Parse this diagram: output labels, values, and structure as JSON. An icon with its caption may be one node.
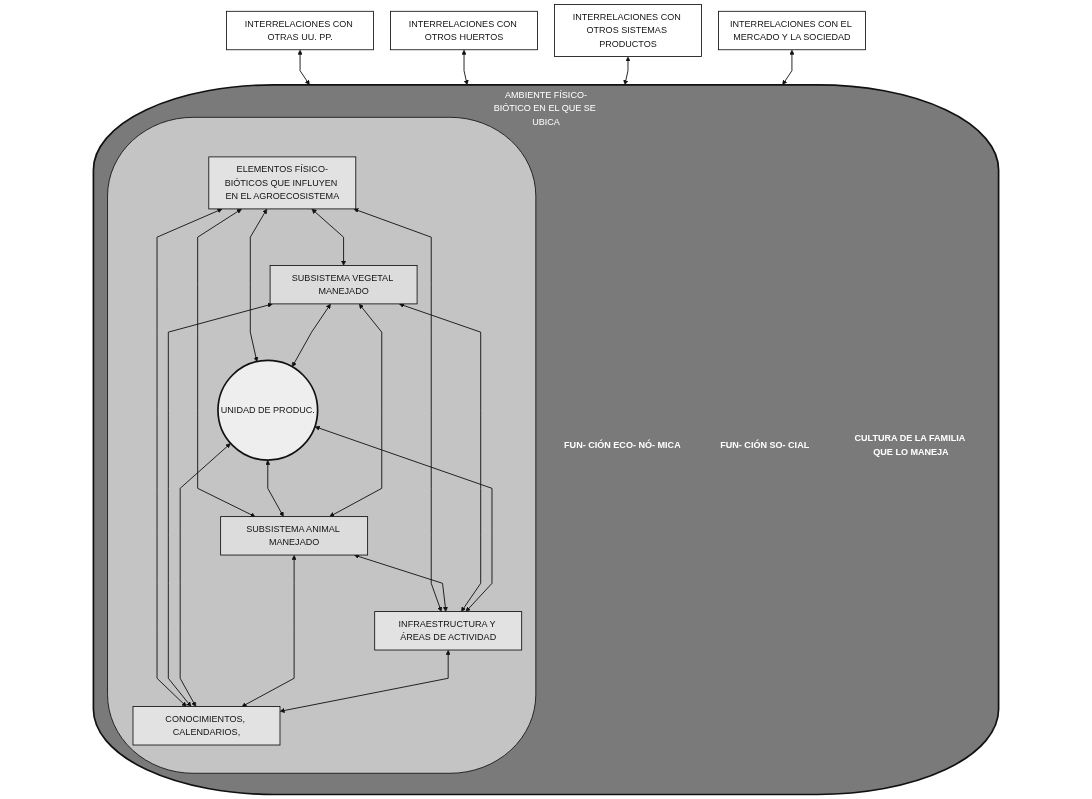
{
  "diagram": {
    "nodes": [
      {
        "text": [
          "AMBIENTE FÍSICO-BIÓTICO EN EL QUE SE UBICA",
          "FUN- CIÓN ECO- NÓ- MICA",
          "FUN- CIÓN SO- CIAL",
          "CULTURA DE LA FAMILIA QUE LO MANEJA"
        ]
      },
      {
        "text": [],
        "shape": "ellipse",
        "in": 0
      },
      {
        "text": [
          "ELEMENTOS FÍSICO-BIÓTICOS QUE INFLUYEN EN EL AGROECOSISTEMA"
        ],
        "in": 1
      },
      {
        "text": [
          "SUBSISTEMA VEGETAL MANEJADO"
        ],
        "in": 1
      },
      {
        "text": [
          "UNIDAD DE PRODUC."
        ],
        "in": 1
      },
      {
        "text": [
          "SUBSISTEMA ANIMAL MANEJADO"
        ],
        "in": 1
      },
      {
        "text": [
          "INFRAESTRUCTURA Y ÁREAS DE ACTIVIDAD"
        ],
        "in": 1
      },
      {
        "text": [
          "CONOCIMIENTOS, CALENDARIOS,"
        ],
        "in": 1
      },
      {
        "text": [
          "INTERRELACIONES CON OTRAS UU. PP."
        ]
      },
      {
        "text": [
          "INTERRELACIONES CON OTROS HUERTOS"
        ]
      },
      {
        "text": [
          "INTERRELACIONES CON OTROS SISTEMAS PRODUCTOS"
        ]
      },
      {
        "text": [
          "INTERRELACIONES CON EL MERCADO Y LA SOCIEDAD"
        ]
      }
    ],
    "edges": [
      {
        "from": 8,
        "to": 0,
        "arrow": "both"
      },
      {
        "from": 9,
        "to": 0,
        "arrow": "both"
      },
      {
        "from": 2,
        "to": 3,
        "arrow": "both"
      },
      {
        "from": 2,
        "to": 4,
        "arrow": "both"
      },
      {
        "from": 2,
        "to": 5,
        "arrow": "both"
      },
      {
        "from": 2,
        "to": 6,
        "arrow": "both"
      },
      {
        "from": 2,
        "to": 7,
        "arrow": "both"
      },
      {
        "from": 3,
        "to": 4,
        "arrow": "both"
      },
      {
        "from": 4,
        "to": 5,
        "arrow": "both"
      },
      {
        "from": 3,
        "to": 7,
        "arrow": "both"
      },
      {
        "from": 5,
        "to": 6,
        "arrow": "both"
      },
      {
        "from": 3,
        "to": 5,
        "arrow": "both"
      },
      {
        "from": 3,
        "to": 6,
        "arrow": "both"
      },
      {
        "from": 4,
        "to": 6,
        "arrow": "both"
      },
      {
        "from": 4,
        "to": 7,
        "arrow": "both"
      },
      {
        "from": 5,
        "to": 7,
        "arrow": "both"
      },
      {
        "from": 6,
        "to": 7,
        "arrow": "both"
      },
      {
        "from": 10,
        "to": 0,
        "arrow": "both"
      },
      {
        "from": 11,
        "to": 0,
        "arrow": "both"
      }
    ]
  }
}
